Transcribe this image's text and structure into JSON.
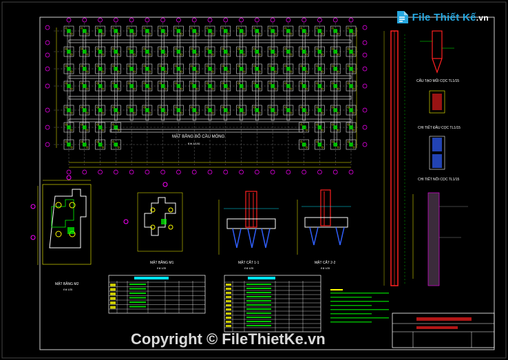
{
  "drawing": {
    "main_plan_title": "MẶT BẰNG BỐ CẦU MÓNG",
    "main_plan_scale": "tỉ lệ 1/100",
    "pile_cap_plan_1": "MẶT BẰNG M1",
    "pile_cap_plan_1_scale": "tỉ lệ 1/25",
    "pile_cap_plan_2": "MẶT BẰNG M2",
    "pile_cap_plan_2_scale": "tỉ lệ 1/25",
    "section_1": "MẶT CẮT 1-1",
    "section_1_scale": "tỉ lệ 1/25",
    "section_2": "MẶT CẮT 2-2",
    "section_2_scale": "tỉ lệ 1/25",
    "pile_tip_detail": "CẤU TẠO MŨI CỌC TL1/15",
    "pile_head_detail": "CHI TIẾT ĐẦU CỌC TL1/15",
    "pile_joint_detail": "CHI TIẾT NỐI CỌC TL1/15"
  },
  "watermark": {
    "copyright": "Copyright © FileThietKe.vn",
    "logo_brand": "File Thiết Kế",
    "logo_domain": ".vn"
  },
  "colors": {
    "background": "#000000",
    "grid": "#b0b0b0",
    "beam": "#ffffff",
    "column": "#00ff00",
    "axis": "#ff00ff",
    "dimension": "#ffff00",
    "rebar": "#ff2020",
    "cyan": "#00e5ff",
    "blue": "#3060ff"
  }
}
